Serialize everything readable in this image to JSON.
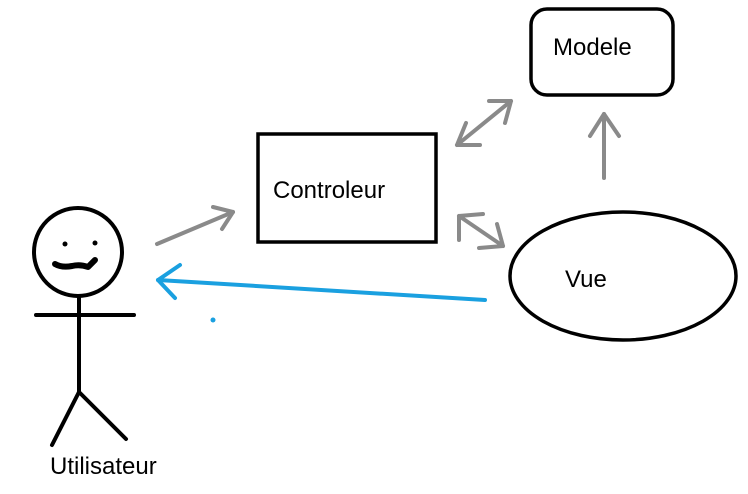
{
  "nodes": {
    "modele": {
      "label": "Modele"
    },
    "controleur": {
      "label": "Controleur"
    },
    "vue": {
      "label": "Vue"
    },
    "utilisateur": {
      "label": "Utilisateur"
    }
  },
  "colors": {
    "stroke": "#000000",
    "arrow_gray": "#8a8a8a",
    "arrow_blue": "#1aa0e0",
    "background": "#ffffff"
  }
}
